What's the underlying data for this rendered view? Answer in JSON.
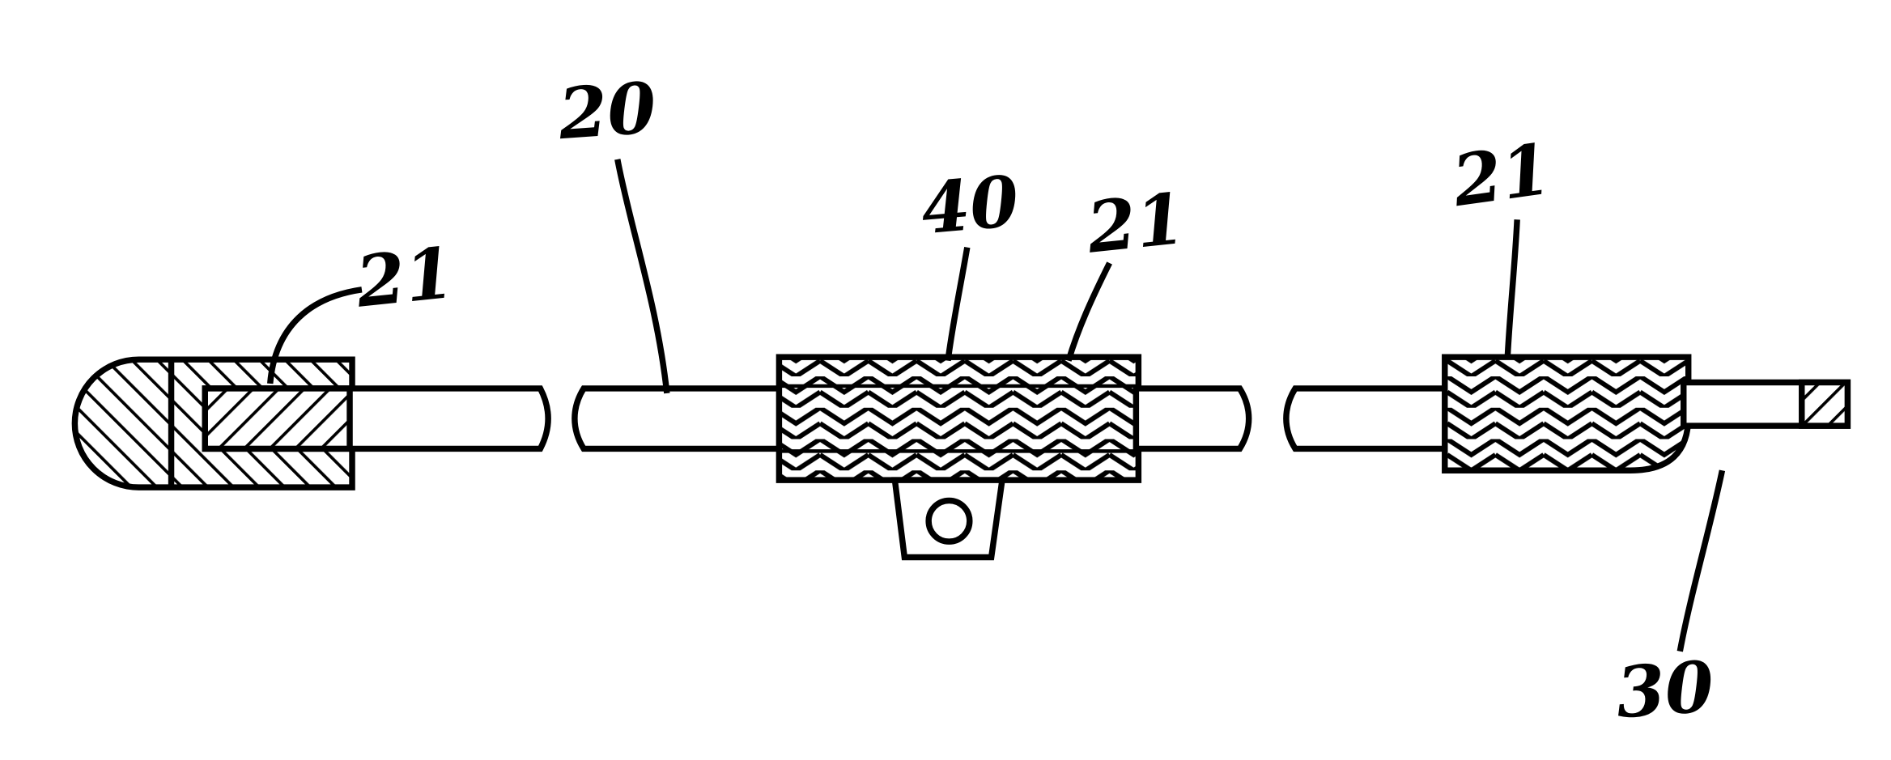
{
  "figure": {
    "kind": "patent-line-drawing",
    "background": "#ffffff",
    "ink": "#000000",
    "reference_labels": {
      "label_21_left": "21",
      "label_20": "20",
      "label_40": "40",
      "label_21_middle": "21",
      "label_21_right": "21",
      "label_30": "30"
    }
  }
}
